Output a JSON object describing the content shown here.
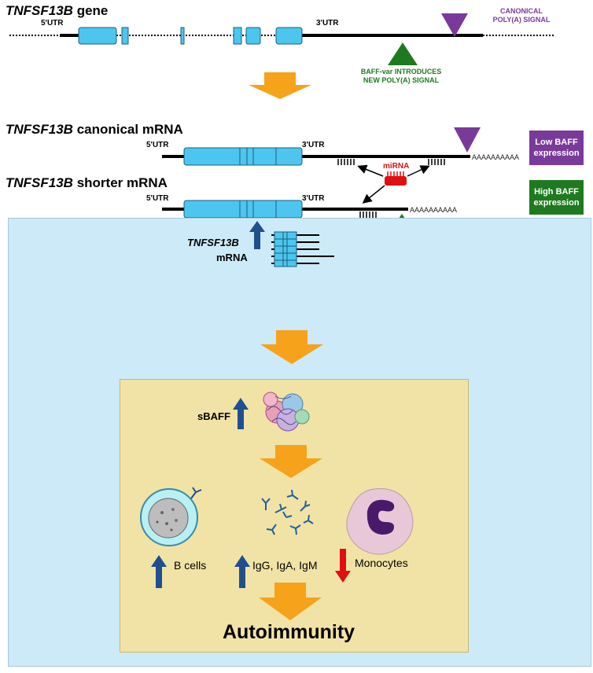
{
  "top": {
    "gene_name": "TNFSF13B",
    "gene_suffix": " gene",
    "utr5": "5'UTR",
    "utr3": "3'UTR",
    "canonical_signal_line1": "CANONICAL",
    "canonical_signal_line2": "POLY(A) SIGNAL",
    "baffvar_line1": "BAFF-var INTRODUCES",
    "baffvar_line2": "NEW POLY(A) SIGNAL"
  },
  "mrna": {
    "canonical_name": "TNFSF13B",
    "canonical_suffix": " canonical mRNA",
    "shorter_name": "TNFSF13B",
    "shorter_suffix": " shorter mRNA",
    "utr5": "5'UTR",
    "utr3": "3'UTR",
    "mirna": "miRNA",
    "polya_tail": "AAAAAAAAAA",
    "low_line1": "Low BAFF",
    "low_line2": "expression",
    "high_line1": "High BAFF",
    "high_line2": "expression"
  },
  "panel": {
    "mrna_gene": "TNFSF13B",
    "mrna_word": "mRNA",
    "sbaff": "sBAFF",
    "b_cells": "B cells",
    "antibodies": "IgG, IgA, IgM",
    "monocytes": "Monocytes",
    "autoimmunity": "Autoimmunity"
  },
  "colors": {
    "exon": "#4cc6ef",
    "purple": "#7a3a9a",
    "green": "#1f7a1f",
    "orange": "#f6a21b",
    "dark_blue_arrow": "#1f4f8f",
    "red_arrow": "#e01010",
    "blue_panel": "#cdeaf8",
    "tan_panel": "#f1e3a6"
  }
}
